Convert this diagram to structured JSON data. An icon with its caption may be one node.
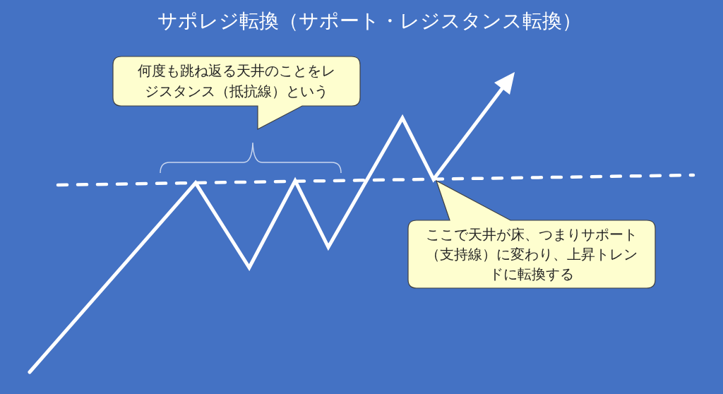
{
  "diagram": {
    "title": "サポレジ転換（サポート・レジスタンス転換）",
    "nodes": [
      {
        "text": [
          "何度も跳ね返る天井のことをレジスタンス（抵抗線）という"
        ]
      },
      {
        "text": [
          "ここで天井が床、つまりサポート（支持線）に変わり、上昇トレンドに転換する"
        ]
      }
    ]
  }
}
